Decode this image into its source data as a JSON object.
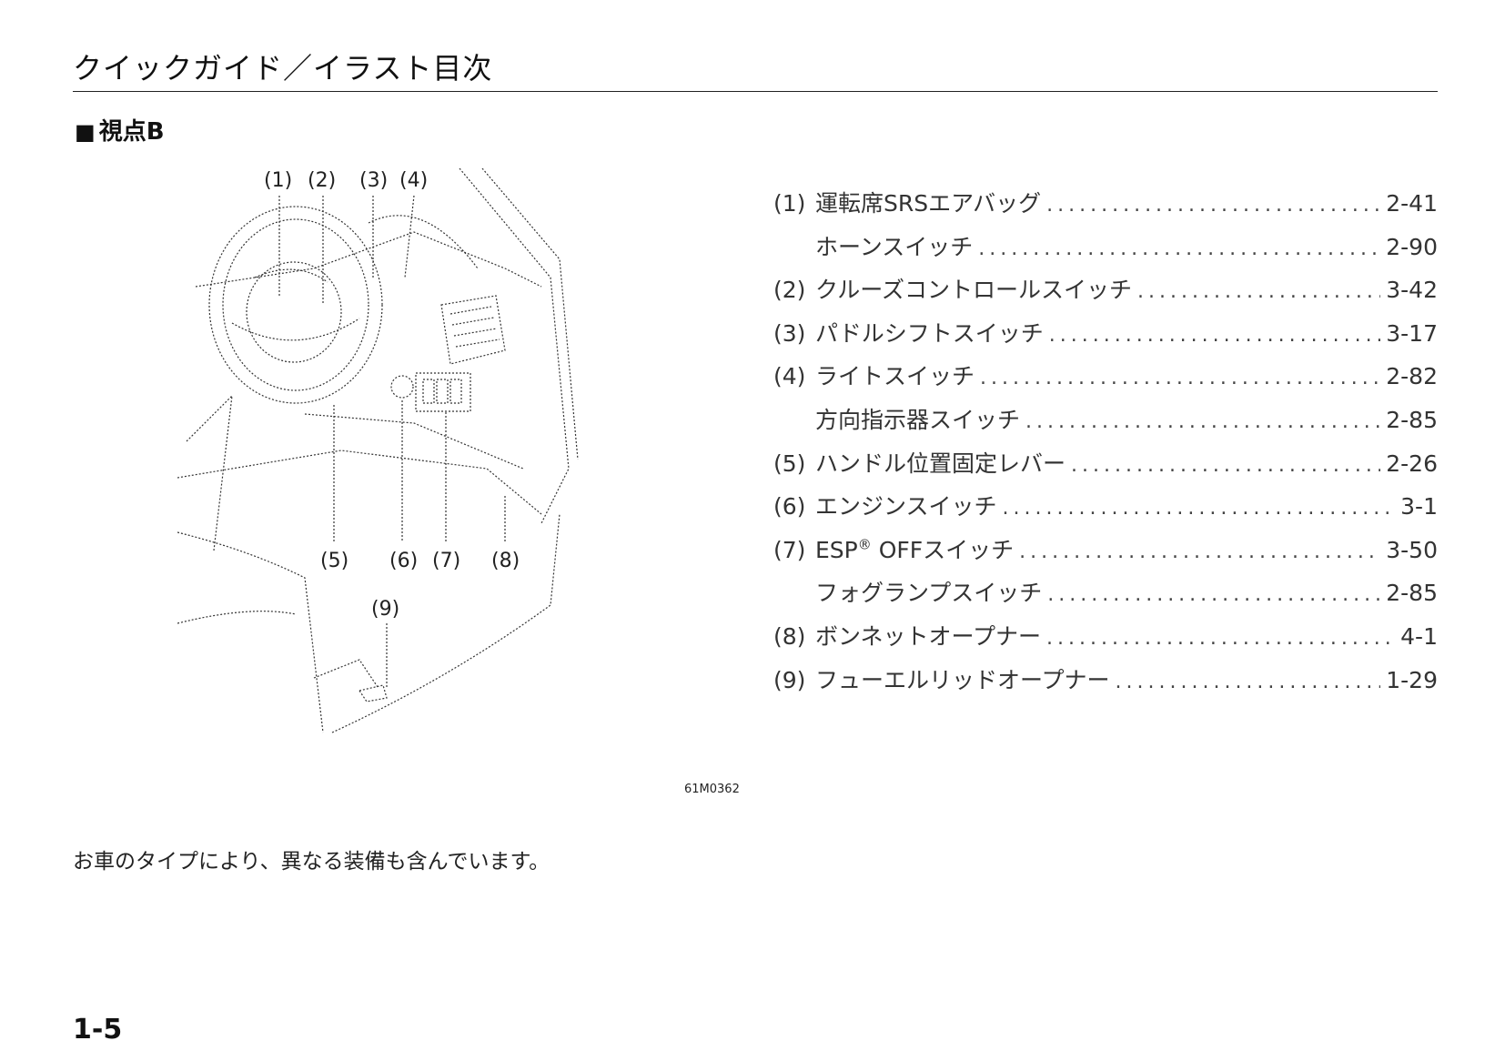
{
  "header": {
    "title": "クイックガイド／イラスト目次"
  },
  "section": {
    "marker": "■",
    "title": "視点B"
  },
  "illustration": {
    "callouts": [
      "(1)",
      "(2)",
      "(3)",
      "(4)",
      "(5)",
      "(6)",
      "(7)",
      "(8)",
      "(9)"
    ],
    "figure_code": "61M0362"
  },
  "toc": [
    {
      "num": "(1)",
      "label": "運転席SRSエアバッグ",
      "page": "2-41"
    },
    {
      "num": "",
      "label": "ホーンスイッチ",
      "page": "2-90"
    },
    {
      "num": "(2)",
      "label": "クルーズコントロールスイッチ",
      "page": "3-42"
    },
    {
      "num": "(3)",
      "label": "パドルシフトスイッチ",
      "page": "3-17"
    },
    {
      "num": "(4)",
      "label": "ライトスイッチ",
      "page": "2-82"
    },
    {
      "num": "",
      "label": "方向指示器スイッチ",
      "page": "2-85"
    },
    {
      "num": "(5)",
      "label": "ハンドル位置固定レバー",
      "page": "2-26"
    },
    {
      "num": "(6)",
      "label": "エンジンスイッチ",
      "page": "3-1"
    },
    {
      "num": "(7)",
      "label_pre": "ESP",
      "label_sup": "®",
      "label_post": " OFFスイッチ",
      "page": "3-50"
    },
    {
      "num": "",
      "label": "フォグランプスイッチ",
      "page": "2-85"
    },
    {
      "num": "(8)",
      "label": "ボンネットオープナー",
      "page": "4-1"
    },
    {
      "num": "(9)",
      "label": "フューエルリッドオープナー",
      "page": "1-29"
    }
  ],
  "footnote": "お車のタイプにより、異なる装備も含んでいます。",
  "page_number": "1-5",
  "dots": "................................................................................"
}
